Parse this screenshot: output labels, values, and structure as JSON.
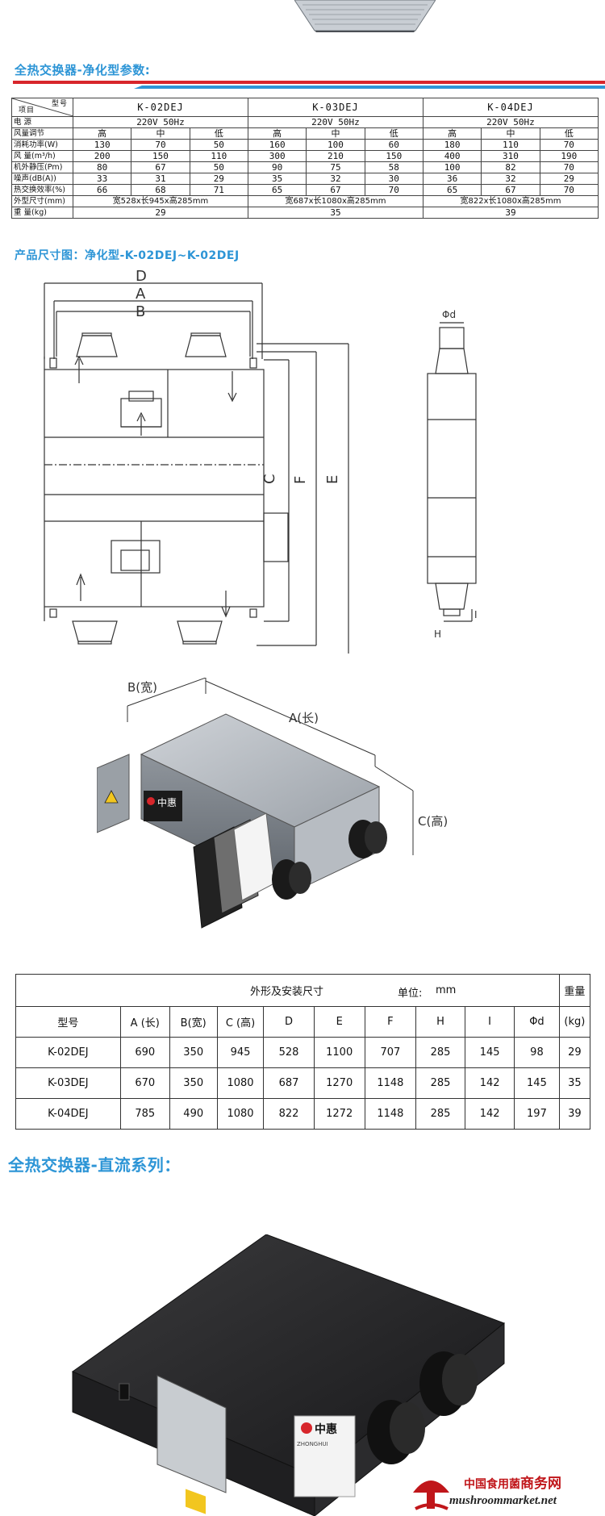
{
  "section1_title": "全热交换器-净化型参数:",
  "specs_table": {
    "corner_top": "型号",
    "corner_bottom": "项目",
    "models": [
      "K-02DEJ",
      "K-03DEJ",
      "K-04DEJ"
    ],
    "power_label": "电    源",
    "power_values": [
      "220V 50Hz",
      "220V 50Hz",
      "220V 50Hz"
    ],
    "speed_label": "风量调节",
    "speeds": [
      "高",
      "中",
      "低",
      "高",
      "中",
      "低",
      "高",
      "中",
      "低"
    ],
    "rows": [
      {
        "label": "消耗功率(W)",
        "values": [
          "130",
          "70",
          "50",
          "160",
          "100",
          "60",
          "180",
          "110",
          "70"
        ]
      },
      {
        "label": "风  量(m³/h)",
        "values": [
          "200",
          "150",
          "110",
          "300",
          "210",
          "150",
          "400",
          "310",
          "190"
        ]
      },
      {
        "label": "机外静压(Pm)",
        "values": [
          "80",
          "67",
          "50",
          "90",
          "75",
          "58",
          "100",
          "82",
          "70"
        ]
      },
      {
        "label": "噪声(dB(A))",
        "values": [
          "33",
          "31",
          "29",
          "35",
          "32",
          "30",
          "36",
          "32",
          "29"
        ]
      },
      {
        "label": "热交换效率(%)",
        "values": [
          "66",
          "68",
          "71",
          "65",
          "67",
          "70",
          "65",
          "67",
          "70"
        ]
      }
    ],
    "size_label": "外型尺寸(mm)",
    "sizes": [
      "宽528x长945x高285mm",
      "宽687x长1080x高285mm",
      "宽822x长1080x高285mm"
    ],
    "weight_label": "重    量(kg)",
    "weights": [
      "29",
      "35",
      "39"
    ]
  },
  "section2_title": "产品尺寸图：净化型-K-02DEJ~K-02DEJ",
  "diagram_labels": {
    "d": "D",
    "a": "A",
    "b": "B",
    "c": "C",
    "f": "F",
    "e": "E",
    "phi_d": "Φd",
    "h": "H",
    "i": "I"
  },
  "iso_labels": {
    "width": "B(宽)",
    "length": "A(长)",
    "height": "C(高)",
    "brand": "中惠"
  },
  "dims_table": {
    "title": "外形及安装尺寸",
    "unit_label": "单位:",
    "unit": "mm",
    "weight_header": "重量",
    "weight_unit": "(kg)",
    "headers": [
      "型号",
      "A (长)",
      "B(宽)",
      "C (高)",
      "D",
      "E",
      "F",
      "H",
      "I",
      "Φd"
    ],
    "rows": [
      [
        "K-02DEJ",
        "690",
        "350",
        "945",
        "528",
        "1100",
        "707",
        "285",
        "145",
        "98",
        "29"
      ],
      [
        "K-03DEJ",
        "670",
        "350",
        "1080",
        "687",
        "1270",
        "1148",
        "285",
        "142",
        "145",
        "35"
      ],
      [
        "K-04DEJ",
        "785",
        "490",
        "1080",
        "822",
        "1272",
        "1148",
        "285",
        "142",
        "197",
        "39"
      ]
    ]
  },
  "section3_title": "全热交换器-直流系列：",
  "bottom_photo": {
    "brand": "中惠",
    "brand_pinyin": "ZHONGHUI"
  },
  "watermark": {
    "line1": "中国食用菌",
    "line1_bold": "商务网",
    "line2": "mushroommarket.net"
  },
  "colors": {
    "title_blue": "#2d95d6",
    "bar_red": "#d7262b",
    "bar_blue": "#2d95d6"
  }
}
